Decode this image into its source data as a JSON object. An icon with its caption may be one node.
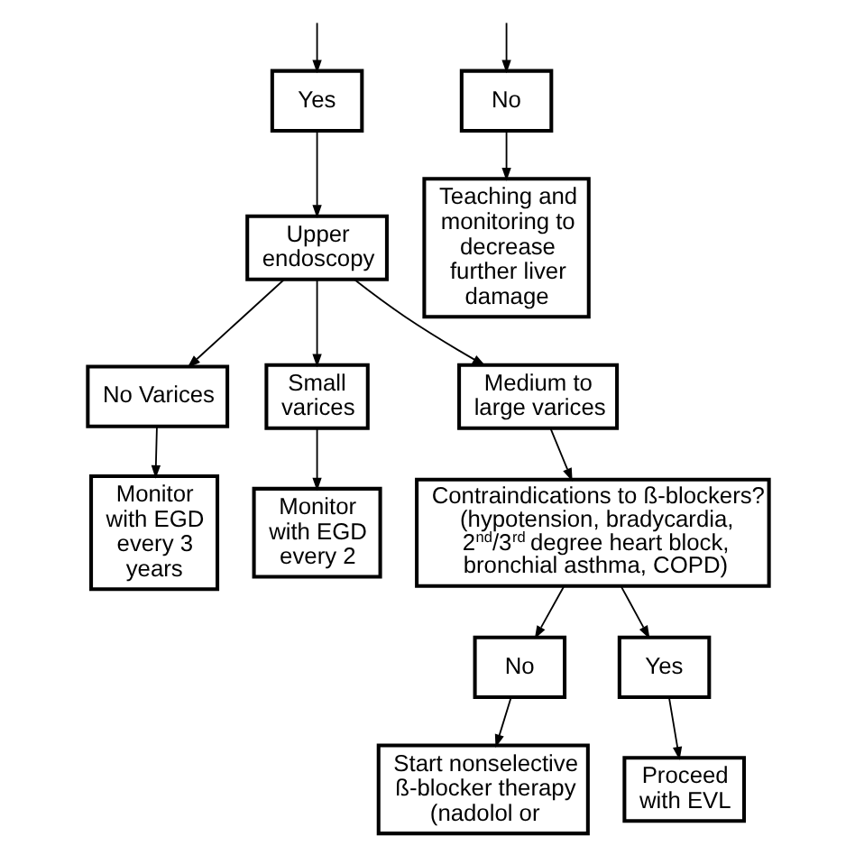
{
  "diagram": {
    "nodes": [
      {
        "text": [
          "Yes"
        ]
      },
      {
        "text": [
          "No"
        ]
      },
      {
        "text": [
          "Teaching and monitoring to decrease further liver damage"
        ]
      },
      {
        "text": [
          "Upper endoscopy"
        ]
      },
      {
        "text": [
          "No Varices"
        ]
      },
      {
        "text": [
          "Small varices"
        ]
      },
      {
        "text": [
          "Medium to large varices"
        ]
      },
      {
        "text": [
          "Monitor with EGD every 3 years"
        ]
      },
      {
        "text": [
          "Monitor with EGD every 2"
        ]
      },
      {
        "text": [
          "Contraindications to ß-blockers? (hypotension, bradycardia, 2$^{nd}$/3$^{rd}$ degree heart block, bronchial asthma, COPD)"
        ]
      },
      {
        "text": [
          "No"
        ]
      },
      {
        "text": [
          "Yes"
        ]
      },
      {
        "text": [
          "Start nonselective ß-blocker therapy (nadolol or"
        ]
      },
      {
        "text": [
          "Proceed with EVL"
        ]
      }
    ],
    "edges": [
      {
        "from": null,
        "to": 0,
        "arrow": "to"
      },
      {
        "from": null,
        "to": 1,
        "arrow": "to"
      },
      {
        "from": 0,
        "to": 3,
        "arrow": "to"
      },
      {
        "from": 1,
        "to": 2,
        "arrow": "to"
      },
      {
        "from": 3,
        "to": 4,
        "arrow": "to"
      },
      {
        "from": 3,
        "to": 5,
        "arrow": "to"
      },
      {
        "from": 3,
        "to": 6,
        "arrow": "to"
      },
      {
        "from": 4,
        "to": 7,
        "arrow": "to"
      },
      {
        "from": 5,
        "to": 8,
        "arrow": "to"
      },
      {
        "from": 6,
        "to": 9,
        "arrow": "to"
      },
      {
        "from": 9,
        "to": 10,
        "arrow": "to"
      },
      {
        "from": 9,
        "to": 11,
        "arrow": "to"
      },
      {
        "from": 10,
        "to": 12,
        "arrow": "to"
      },
      {
        "from": 11,
        "to": 13,
        "arrow": "to"
      }
    ]
  }
}
